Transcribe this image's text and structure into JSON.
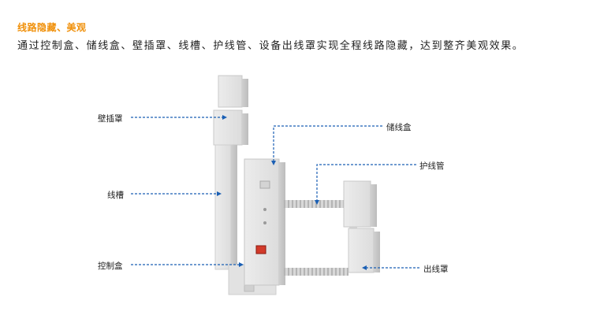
{
  "header": {
    "title": "线路隐藏、美观",
    "description": "通过控制盒、储线盒、壁插罩、线槽、护线管、设备出线罩实现全程线路隐藏，达到整齐美观效果。"
  },
  "callouts": {
    "wall_socket_cover": "壁插罩",
    "trunking": "线槽",
    "control_box": "控制盒",
    "storage_box": "储线盒",
    "protective_tube": "护线管",
    "outlet_cover": "出线罩"
  },
  "colors": {
    "title": "#f0900a",
    "leader_line": "#1a5fb4",
    "device_body": "#e6e6e6"
  }
}
